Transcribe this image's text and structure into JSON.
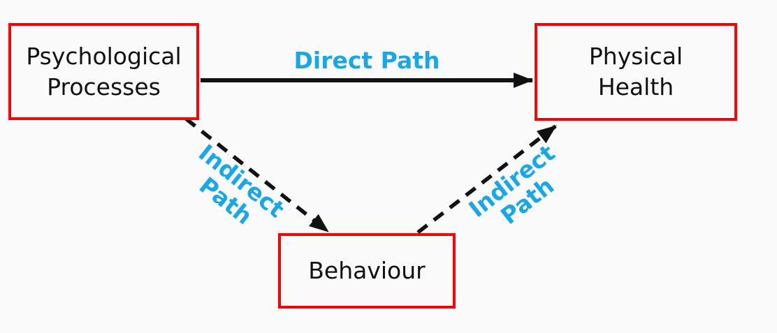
{
  "diagram": {
    "nodes": {
      "psychological": {
        "label": "Psychological\nProcesses"
      },
      "physical": {
        "label": "Physical\nHealth"
      },
      "behaviour": {
        "label": "Behaviour"
      }
    },
    "edges": {
      "direct": {
        "label": "Direct Path",
        "style": "solid",
        "from": "psychological",
        "to": "physical"
      },
      "indirect_left": {
        "label": "Indirect\nPath",
        "style": "dashed",
        "from": "psychological",
        "to": "behaviour"
      },
      "indirect_right": {
        "label": "Indirect\nPath",
        "style": "dashed",
        "from": "behaviour",
        "to": "physical"
      }
    },
    "colors": {
      "background": "#fafafa",
      "box_border": "#f80008",
      "accent": "#1ba7e4",
      "arrow": "#111111",
      "text": "#111111"
    }
  }
}
